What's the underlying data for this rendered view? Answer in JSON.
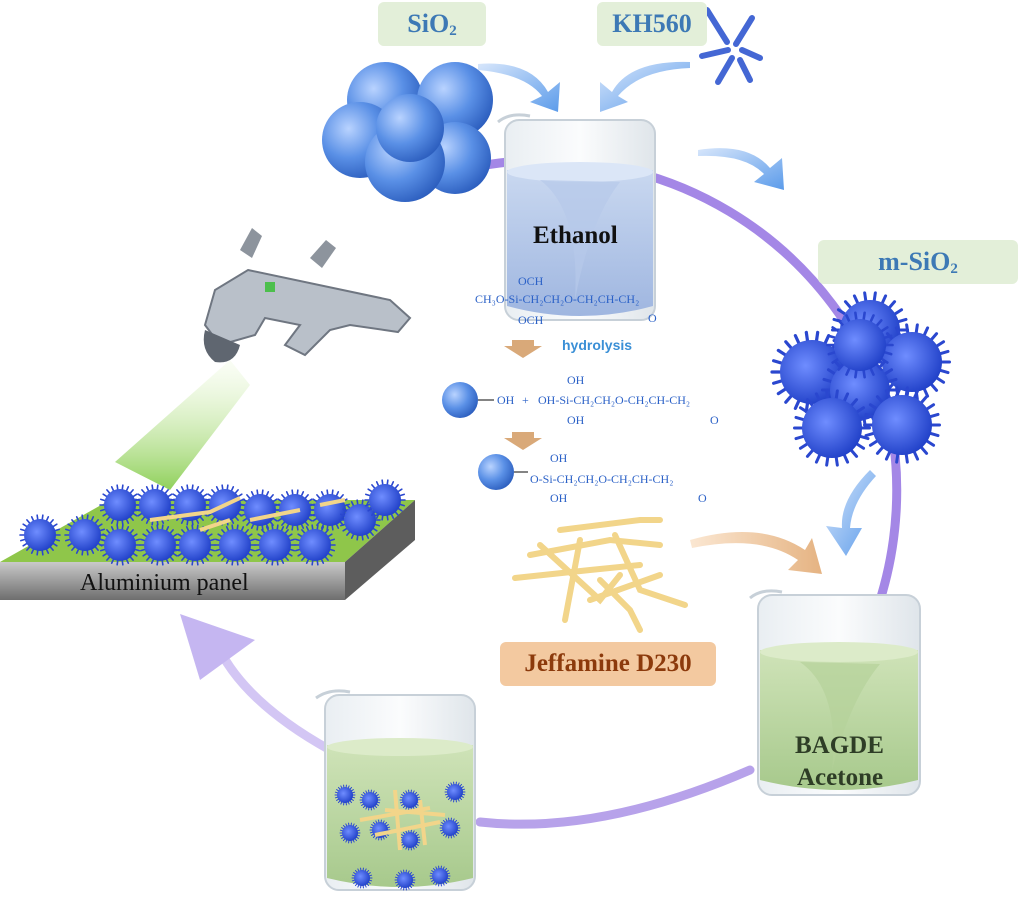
{
  "labels": {
    "sio2": "SiO",
    "sio2_sub": "2",
    "kh560": "KH560",
    "msio2": "m-SiO",
    "msio2_sub": "2",
    "ethanol": "Ethanol",
    "hydrolysis": "hydrolysis",
    "jeffamine": "Jeffamine D230",
    "bagde": "BAGDE",
    "acetone": "Acetone",
    "aluminium_panel": "Aluminium panel"
  },
  "chemistry": {
    "silane_och3_top": "OCH",
    "silane_och3_top_sub": "3",
    "silane_main": "CH₃O-Si-CH₂CH₂O-CH₂CH-CH₂",
    "silane_och3_bottom": "OCH",
    "silane_och3_bottom_sub": "3",
    "silane_epoxide_o": "O",
    "hydrolyzed_oh_top": "OH",
    "hydrolyzed_main": "OH-Si-CH₂CH₂O-CH₂CH-CH₂",
    "hydrolyzed_oh_bottom": "OH",
    "hydrolyzed_epoxide_o": "O",
    "particle_oh": "OH",
    "plus": "+",
    "grafted_oh_top": "OH",
    "grafted_main": "O-Si-CH₂CH₂O-CH₂CH-CH₂",
    "grafted_oh_bottom": "OH",
    "grafted_epoxide_o": "O"
  },
  "colors": {
    "cycle_arrow": "#a487e6",
    "process_arrow": "#6aa8ee",
    "green_tag_bg": "#e3efd9",
    "orange_tag_bg": "#f3c9a0",
    "particle": "#4a86e0",
    "fiber": "#f2d58a"
  }
}
